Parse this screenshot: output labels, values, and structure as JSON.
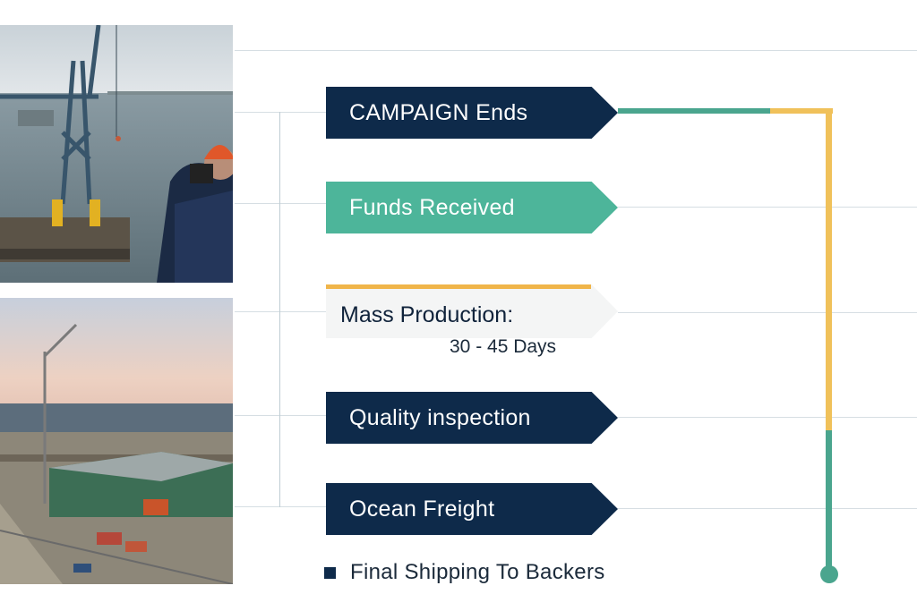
{
  "steps": [
    {
      "label": "CAMPAIGN Ends",
      "style": "navy"
    },
    {
      "label": "Funds Received",
      "style": "teal"
    },
    {
      "label": "Mass Production:",
      "style": "light",
      "detail": "30 - 45 Days"
    },
    {
      "label": "Quality inspection",
      "style": "navy"
    },
    {
      "label": "Ocean Freight",
      "style": "navy"
    }
  ],
  "final": {
    "label": "Final Shipping To Backers"
  },
  "photos": {
    "top": "port-crane-workers-photo",
    "bottom": "shipyard-crane-warehouse-photo"
  },
  "colors": {
    "navy": "#0e2a4a",
    "teal": "#4db59a",
    "amber": "#f0b54a",
    "track_green": "#4aa58e"
  }
}
